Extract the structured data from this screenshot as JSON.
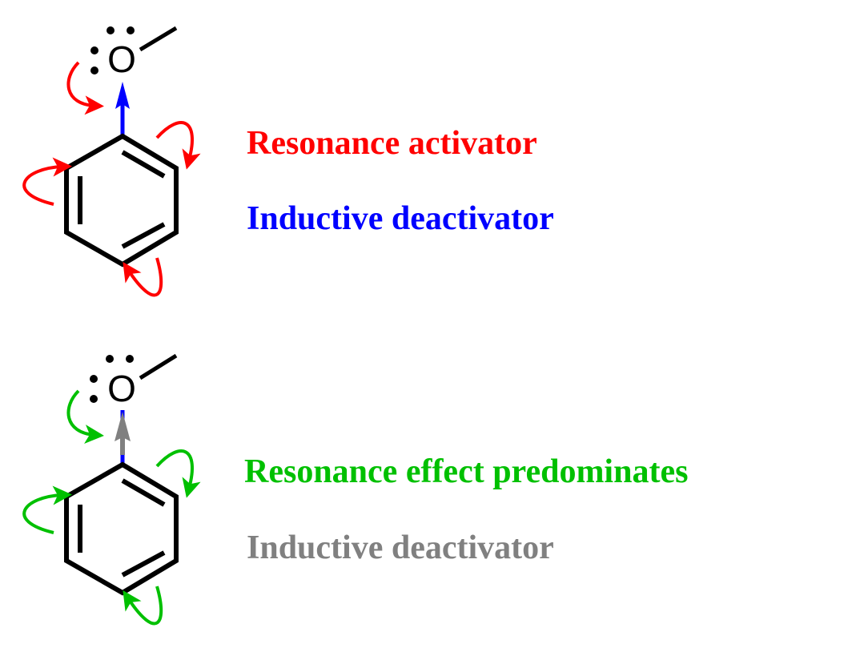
{
  "top_panel": {
    "atom_label": "O",
    "line1": {
      "text": "Resonance activator",
      "color": "#ff0000"
    },
    "line2": {
      "text": "Inductive deactivator",
      "color": "#0000ff"
    },
    "resonance_arrow_color": "#ff0000",
    "inductive_arrow_color": "#0000ff"
  },
  "bottom_panel": {
    "atom_label": "O",
    "line1": {
      "text": "Resonance effect predominates",
      "color": "#00c000"
    },
    "line2": {
      "text": "Inductive deactivator",
      "color": "#808080"
    },
    "resonance_arrow_color": "#00c000",
    "inductive_arrow_color": "#808080"
  }
}
